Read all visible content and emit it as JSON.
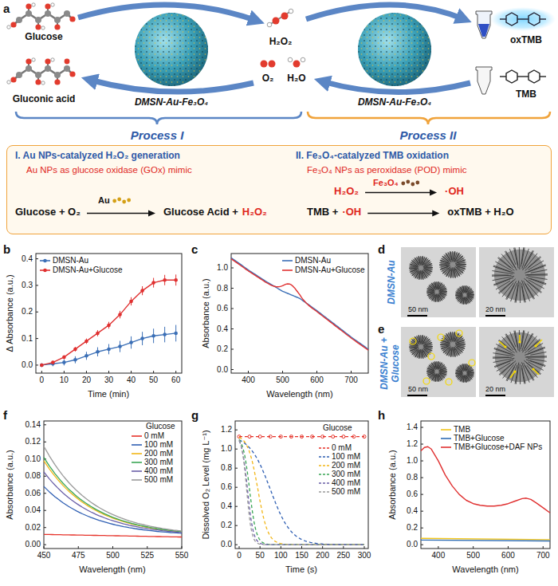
{
  "diagram": {
    "nodes": [
      {
        "text": [
          "I. Au NPs-catalyzed H₂O₂ generation",
          "Au NPs as glucose oxidase (GOx) mimic",
          "Glucose + O₂",
          "Au",
          "Glucose Acid +",
          "H₂O₂",
          "II. Fe₃O₄-catalyzed TMB oxidation",
          "Fe₃O₄ NPs as peroxidase (POD) mimic",
          "H₂O₂",
          "Fe₃O₄",
          "·OH",
          "TMB +",
          "·OH",
          "oxTMB + H₂O"
        ]
      }
    ],
    "labels": [
      "a",
      "Glucose",
      "Gluconic acid",
      "DMSN-Au-Fe₃O₄",
      "H₂O₂",
      "O₂",
      "H₂O",
      "DMSN-Au-Fe₃O₄",
      "oxTMB",
      "TMB",
      "Process I",
      "Process II",
      "b",
      "Δ Absorbance (a.u.)",
      "0.0",
      "0.1",
      "0.2",
      "0.3",
      "0.4",
      "0",
      "10",
      "20",
      "30",
      "40",
      "50",
      "60",
      "Time (min)",
      "c",
      "Absorbance (a.u.)",
      "0.0",
      "0.2",
      "0.4",
      "0.6",
      "0.8",
      "1.0",
      "400",
      "500",
      "600",
      "700",
      "Wavelength (nm)",
      "d",
      "DMSN-Au",
      "50 nm",
      "20 nm",
      "e",
      "DMSN-Au + Glucose",
      "50 nm",
      "20 nm",
      "f",
      "Absorbance (a.u.)",
      "0.00",
      "0.02",
      "0.04",
      "0.06",
      "0.08",
      "0.10",
      "0.12",
      "0.14",
      "450",
      "475",
      "500",
      "525",
      "550",
      "Wavelength (nm)",
      "Glucose",
      "g",
      "Dissolved O₂ Level (mg L⁻¹)",
      "0.0",
      "0.2",
      "0.4",
      "0.6",
      "0.8",
      "1.0",
      "1.2",
      "0",
      "50",
      "100",
      "150",
      "200",
      "250",
      "300",
      "Time (s)",
      "Glucose",
      "h",
      "Absorbance (a.u.)",
      "0.0",
      "0.2",
      "0.4",
      "0.6",
      "0.8",
      "1.0",
      "1.2",
      "1.4",
      "400",
      "500",
      "600",
      "700",
      "Wavelength (nm)"
    ],
    "legend": [
      {
        "text": "DMSN-Au"
      },
      {
        "text": "DMSN-Au+Glucose"
      },
      {
        "text": "DMSN-Au"
      },
      {
        "text": "DMSN-Au+Glucose"
      },
      {
        "text": "0 mM"
      },
      {
        "text": "100 mM"
      },
      {
        "text": "200 mM"
      },
      {
        "text": "300 mM"
      },
      {
        "text": "400 mM"
      },
      {
        "text": "500 mM"
      },
      {
        "text": "0 mM"
      },
      {
        "text": "100 mM"
      },
      {
        "text": "200 mM"
      },
      {
        "text": "300 mM"
      },
      {
        "text": "400 mM"
      },
      {
        "text": "500 mM"
      },
      {
        "text": "TMB"
      },
      {
        "text": "TMB+Glucose"
      },
      {
        "text": "TMB+Glucose+DAF NPs"
      }
    ]
  }
}
